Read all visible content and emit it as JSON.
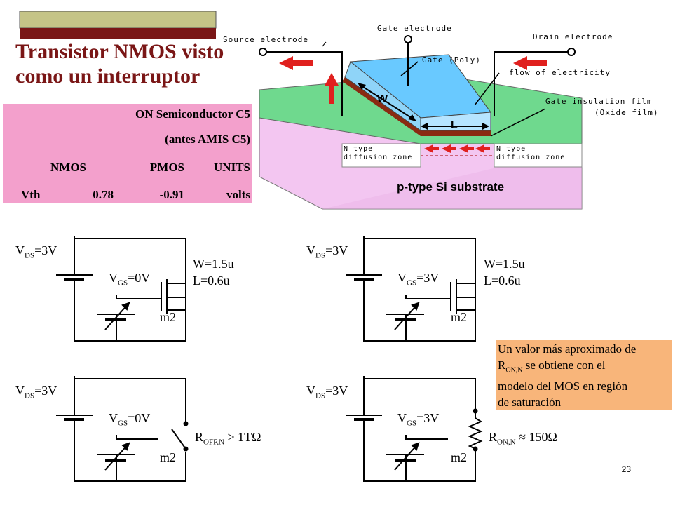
{
  "title": {
    "line1": "Transistor NMOS visto",
    "line2": "como un interruptor"
  },
  "process_table": {
    "foundry_line1": "ON Semiconductor C5",
    "foundry_line2": "(antes AMIS C5)",
    "headers": [
      "NMOS",
      "PMOS",
      "UNITS"
    ],
    "row": {
      "param": "Vth",
      "nmos": "0.78",
      "pmos": "-0.91",
      "units": "volts"
    }
  },
  "device_diagram": {
    "source_electrode": "Source electrode",
    "gate_electrode": "Gate electrode",
    "drain_electrode": "Drain electrode",
    "gate_poly": "Gate (Poly)",
    "flow": "flow of electricity",
    "insulation_line1": "Gate insulation film",
    "insulation_line2": "(Oxide film)",
    "w": "W",
    "l": "L",
    "n_diff_line1": "N type",
    "n_diff_line2": "diffusion zone",
    "substrate": "p-type Si substrate"
  },
  "circuits": {
    "vds_main": "V",
    "vds_sub": "DS",
    "vds_val": "=3V",
    "vgs_main": "V",
    "vgs_sub": "GS",
    "vgs_off": "=0V",
    "vgs_on": "=3V",
    "w_label": "W=1.5u",
    "l_label": "L=0.6u",
    "device": "m2",
    "roff_main": "R",
    "roff_sub": "OFF,N",
    "roff_val": " > 1TΩ",
    "ron_main": "R",
    "ron_sub": "ON,N",
    "ron_val": " ≈ 150Ω"
  },
  "note": {
    "line1": "Un valor más aproximado de",
    "r_main": "R",
    "r_sub": "ON,N",
    "line2_rest": " se obtiene con el",
    "line3": "modelo del MOS en región",
    "line4": "de saturación"
  },
  "page_number": "23",
  "colors": {
    "title": "#7a1616",
    "table_bg": "#f3a0cc",
    "note_bg": "#f8b57a",
    "arrow": "#e0201e"
  }
}
